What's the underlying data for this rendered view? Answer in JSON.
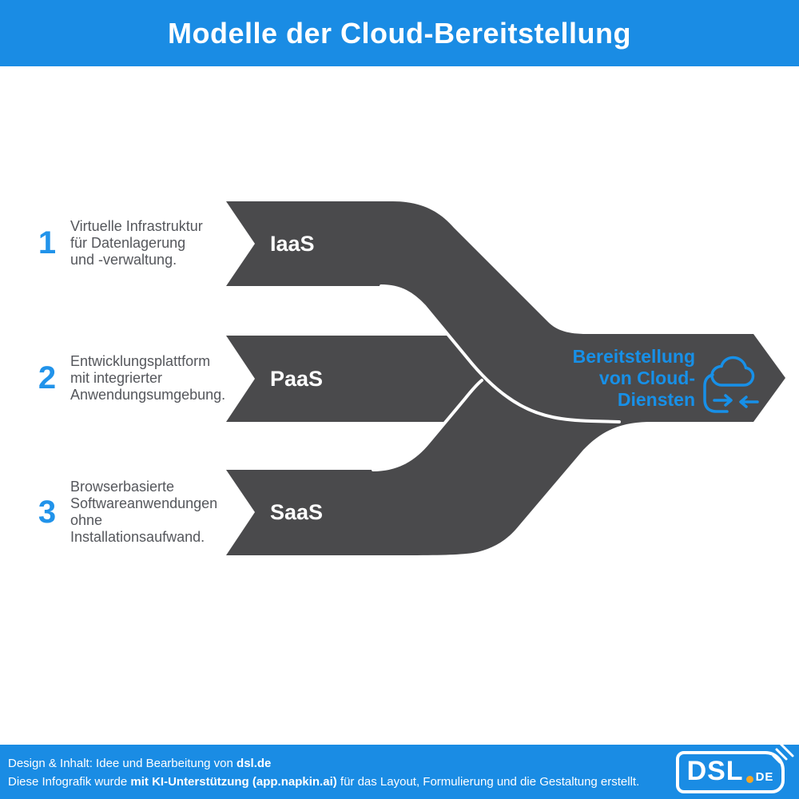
{
  "header": {
    "title": "Modelle der Cloud-Bereitstellung"
  },
  "items": [
    {
      "number": "1",
      "description": "Virtuelle Infrastruktur\nfür Datenlagerung\nund -verwaltung.",
      "label": "IaaS"
    },
    {
      "number": "2",
      "description": "Entwicklungsplattform\nmit integrierter\nAnwendungsumgebung.",
      "label": "PaaS"
    },
    {
      "number": "3",
      "description": "Browserbasierte\nSoftwareanwendungen\nohne\nInstallationsaufwand.",
      "label": "SaaS"
    }
  ],
  "result": {
    "label": "Bereitstellung\nvon Cloud-\nDiensten",
    "icon": "cloud-sync-icon"
  },
  "footer": {
    "line1_prefix": "Design & Inhalt: Idee und Bearbeitung von ",
    "line1_bold": "dsl.de",
    "line2_prefix": "Diese Infografik wurde ",
    "line2_bold": "mit KI-Unterstützung (app.napkin.ai)",
    "line2_suffix": " für das Layout, Formulierung und die Gestaltung erstellt.",
    "logo": {
      "text": "DSL",
      "suffix": "DE"
    }
  },
  "colors": {
    "accent_blue": "#1a8ce4",
    "number_blue": "#2193ea",
    "band_dark": "#4a4a4c",
    "result_text_blue": "#1790e8",
    "logo_dot_orange": "#f5a623"
  }
}
